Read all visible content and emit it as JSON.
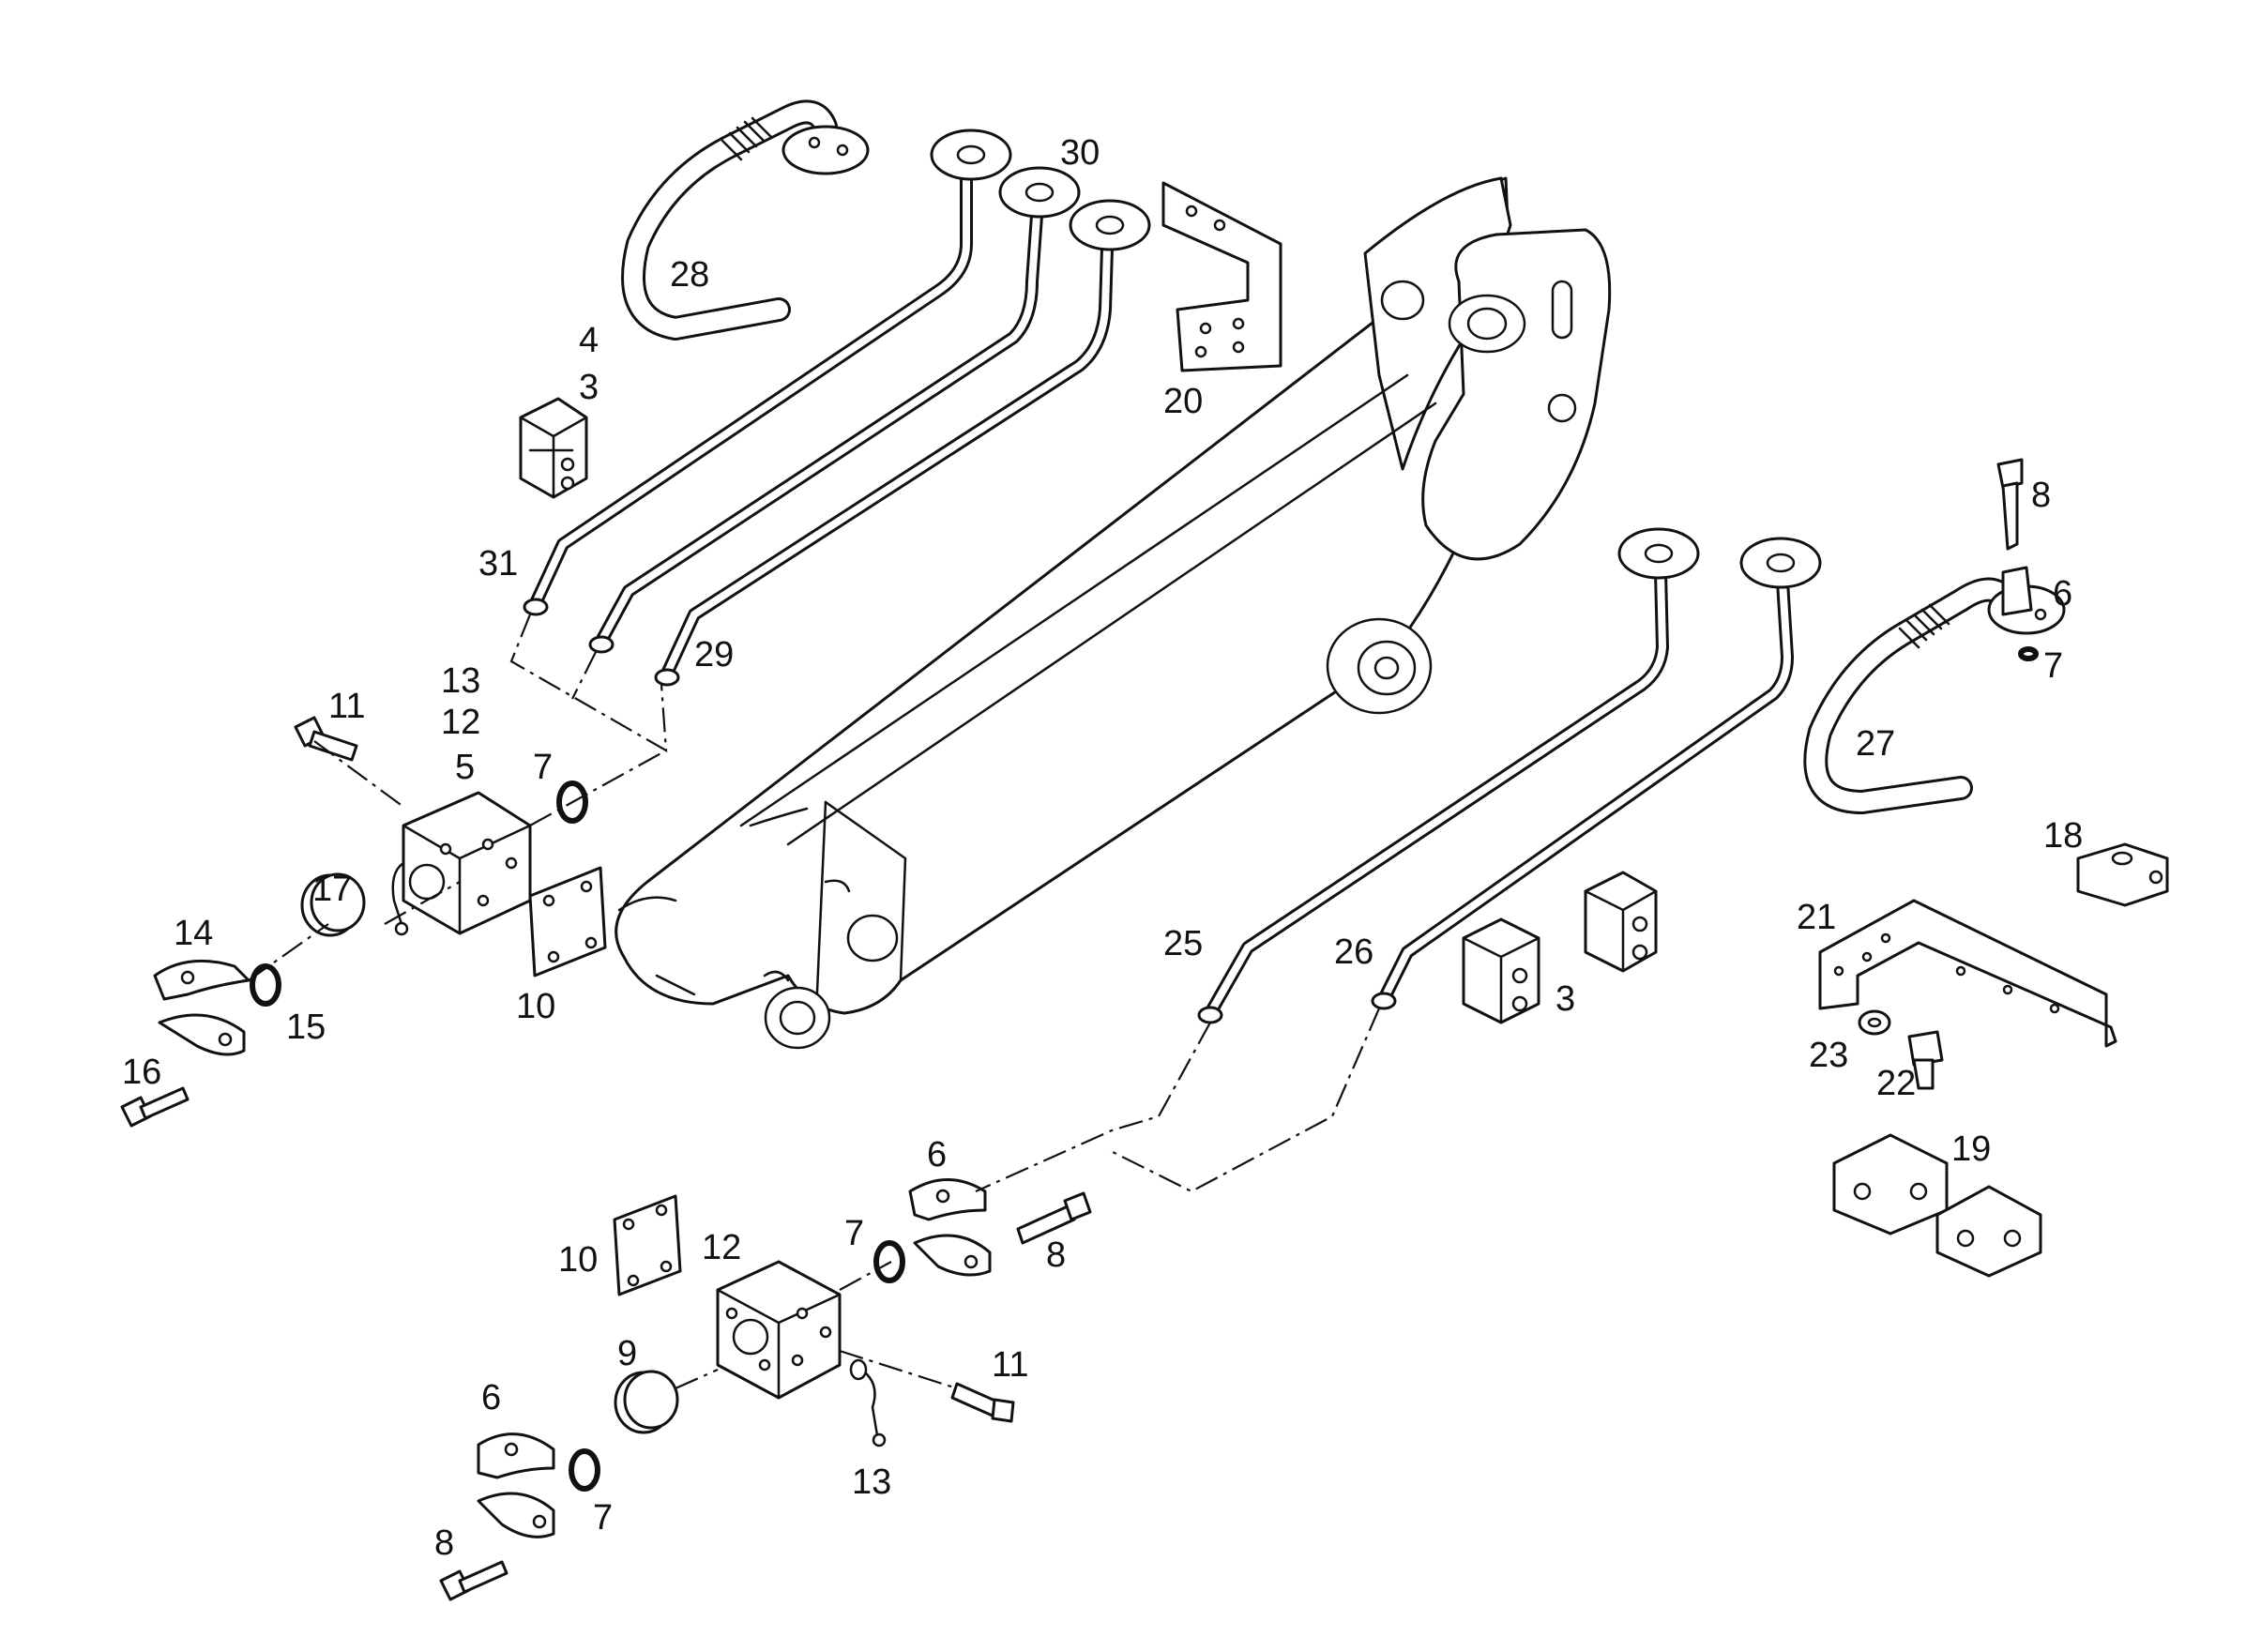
{
  "diagram": {
    "labels": [
      {
        "id": "l28",
        "text": "28"
      },
      {
        "id": "l30",
        "text": "30"
      },
      {
        "id": "l4",
        "text": "4"
      },
      {
        "id": "l3a",
        "text": "3"
      },
      {
        "id": "l20",
        "text": "20"
      },
      {
        "id": "l8a",
        "text": "8"
      },
      {
        "id": "l6a",
        "text": "6"
      },
      {
        "id": "l7a",
        "text": "7"
      },
      {
        "id": "l27",
        "text": "27"
      },
      {
        "id": "l31",
        "text": "31"
      },
      {
        "id": "l29",
        "text": "29"
      },
      {
        "id": "l13a",
        "text": "13"
      },
      {
        "id": "l12a",
        "text": "12"
      },
      {
        "id": "l11a",
        "text": "11"
      },
      {
        "id": "l5",
        "text": "5"
      },
      {
        "id": "l7b",
        "text": "7"
      },
      {
        "id": "l17",
        "text": "17"
      },
      {
        "id": "l14",
        "text": "14"
      },
      {
        "id": "l15",
        "text": "15"
      },
      {
        "id": "l16",
        "text": "16"
      },
      {
        "id": "l10a",
        "text": "10"
      },
      {
        "id": "l18",
        "text": "18"
      },
      {
        "id": "l21",
        "text": "21"
      },
      {
        "id": "l25",
        "text": "25"
      },
      {
        "id": "l26",
        "text": "26"
      },
      {
        "id": "l3b",
        "text": "3"
      },
      {
        "id": "l23",
        "text": "23"
      },
      {
        "id": "l22",
        "text": "22"
      },
      {
        "id": "l19",
        "text": "19"
      },
      {
        "id": "l6b",
        "text": "6"
      },
      {
        "id": "l7c",
        "text": "7"
      },
      {
        "id": "l8b",
        "text": "8"
      },
      {
        "id": "l10b",
        "text": "10"
      },
      {
        "id": "l12b",
        "text": "12"
      },
      {
        "id": "l11b",
        "text": "11"
      },
      {
        "id": "l9",
        "text": "9"
      },
      {
        "id": "l13b",
        "text": "13"
      },
      {
        "id": "l6c",
        "text": "6"
      },
      {
        "id": "l7d",
        "text": "7"
      },
      {
        "id": "l8c",
        "text": "8"
      }
    ]
  }
}
